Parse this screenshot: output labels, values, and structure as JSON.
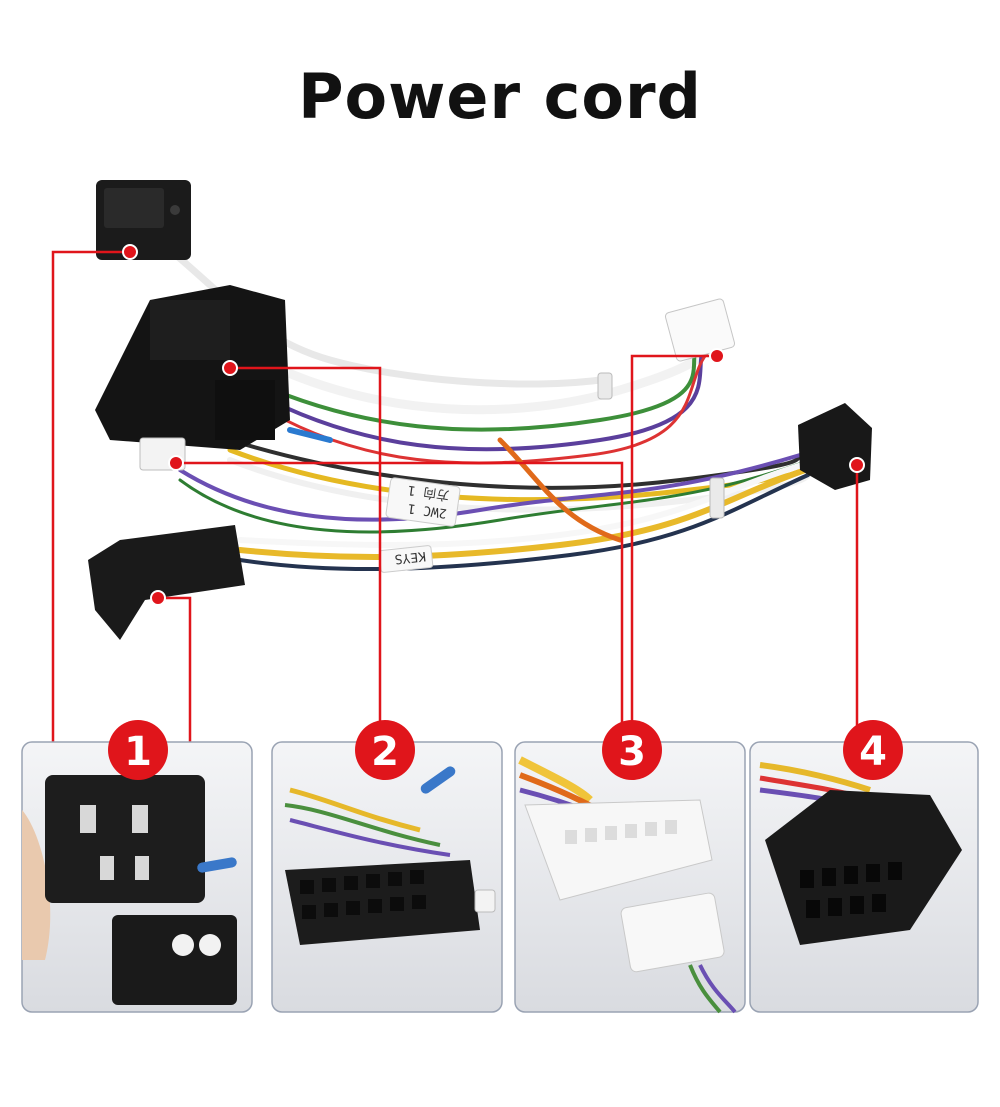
{
  "title": "Power cord",
  "accent_color": "#e0151b",
  "wire_labels": {
    "label_a": "2WC 1",
    "label_b": "方向 1",
    "label_c": "KEYS"
  },
  "part_markers": [
    {
      "label": "1"
    },
    {
      "label": "2"
    },
    {
      "label": "3"
    },
    {
      "label": "4"
    }
  ]
}
